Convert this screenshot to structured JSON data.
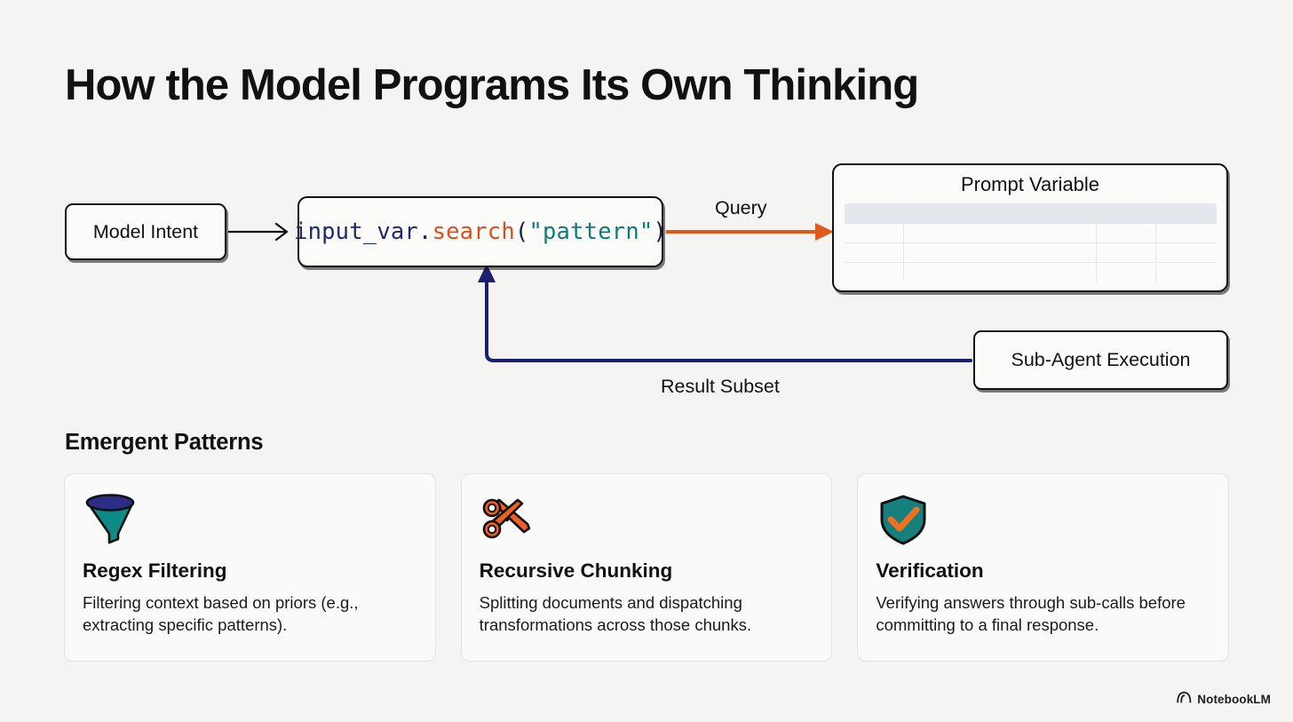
{
  "page": {
    "title": "How the Model Programs Its Own Thinking",
    "background_color": "#f4f4f2"
  },
  "diagram": {
    "nodes": {
      "model_intent": {
        "label": "Model Intent"
      },
      "code": {
        "tokens": {
          "variable": "input_var",
          "dot": ".",
          "method": "search",
          "open_paren": "(",
          "string_arg": "\"pattern\"",
          "close_paren": ")"
        },
        "full_text": "input_var.search(\"pattern\")"
      },
      "prompt_variable": {
        "title": "Prompt Variable",
        "table": {
          "columns": 4,
          "header_row": [
            "",
            "",
            "",
            ""
          ],
          "rows": [
            [
              "",
              "",
              "",
              ""
            ],
            [
              "",
              "",
              "",
              ""
            ],
            [
              "",
              "",
              "",
              ""
            ]
          ]
        }
      },
      "sub_agent": {
        "label": "Sub-Agent Execution"
      }
    },
    "edges": [
      {
        "id": "intent-to-code",
        "label": "",
        "color": "#111111",
        "style": "solid-thin"
      },
      {
        "id": "code-to-prompt-variable",
        "label": "Query",
        "color": "#e05a1c",
        "style": "solid-thick"
      },
      {
        "id": "sub-agent-to-code",
        "label": "Result Subset",
        "color": "#1b1f6e",
        "style": "solid-thick"
      }
    ],
    "labels": {
      "query": "Query",
      "result_subset": "Result Subset"
    }
  },
  "patterns_section": {
    "heading": "Emergent Patterns",
    "cards": [
      {
        "icon": "funnel-icon",
        "icon_colors": {
          "body": "#0f8b87",
          "top": "#2b2d86"
        },
        "title": "Regex Filtering",
        "description": "Filtering context based on priors (e.g., extracting specific patterns)."
      },
      {
        "icon": "scissors-icon",
        "icon_colors": {
          "body": "#ec6022",
          "outline": "#111111"
        },
        "title": "Recursive Chunking",
        "description": "Splitting documents and dispatching transformations across those chunks."
      },
      {
        "icon": "shield-check-icon",
        "icon_colors": {
          "body": "#16807e",
          "check": "#f2701f",
          "outline": "#111111"
        },
        "title": "Verification",
        "description": "Verifying answers through sub-calls before committing to a final response."
      }
    ]
  },
  "footer": {
    "brand_icon": "notebooklm-icon",
    "brand_name": "NotebookLM"
  },
  "colors": {
    "accent_orange": "#e05a1c",
    "accent_navy": "#1b1f6e",
    "accent_teal": "#0d7c77",
    "text": "#111111"
  }
}
